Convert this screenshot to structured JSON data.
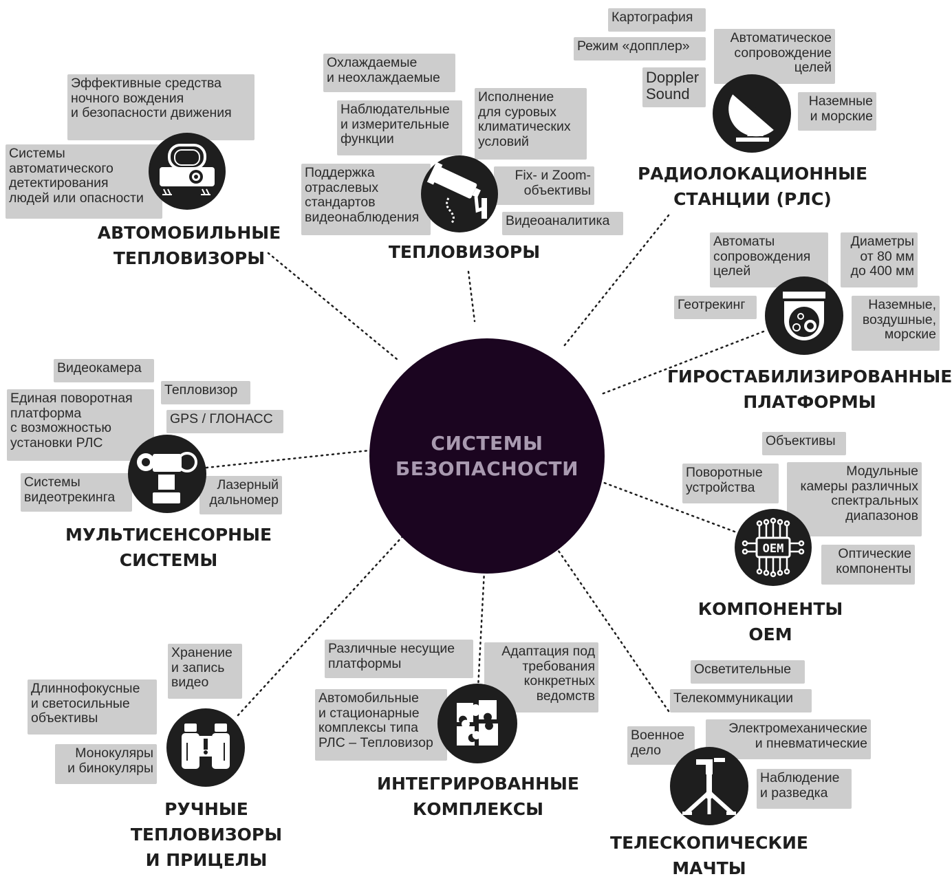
{
  "center": {
    "title": "СИСТЕМЫ\nБЕЗОПАСНОСТИ"
  },
  "auto": {
    "title": "АВТОМОБИЛЬНЫЕ\nТЕПЛОВИЗОРЫ",
    "tags": [
      "Эффективные средства\nночного вождения\nи безопасности движения",
      "Системы\nавтоматического\nдетектирования\nлюдей или опасности"
    ],
    "icon": "projector-camera-icon"
  },
  "thermal": {
    "title": "ТЕПЛОВИЗОРЫ",
    "tags": [
      "Охлаждаемые\nи неохлаждаемые",
      "Наблюдательные\nи измерительные\nфункции",
      "Исполнение\nдля суровых\nклиматических\nусловий",
      "Поддержка\nотраслевых\nстандартов\nвидеонаблюдения",
      "Fix- и Zoom-\nобъективы",
      "Видеоаналитика"
    ],
    "icon": "surveillance-camera-icon"
  },
  "radar": {
    "title": "РАДИОЛОКАЦИОННЫЕ\nСТАНЦИИ (РЛС)",
    "tags": [
      "Картография",
      "Режим «допплер»",
      "Автоматическое\nсопровождение\nцелей",
      "Doppler\nSound",
      "Наземные\nи морские"
    ],
    "icon": "radar-dish-icon"
  },
  "gyro": {
    "title": "ГИРОСТАБИЛИЗИРОВАННЫЕ\nПЛАТФОРМЫ",
    "tags": [
      "Автоматы\nсопровождения\nцелей",
      "Диаметры\nот 80 мм\nдо 400 мм",
      "Геотрекинг",
      "Наземные,\nвоздушные,\nморские"
    ],
    "icon": "gyro-dome-camera-icon"
  },
  "multi": {
    "title": "МУЛЬТИСЕНСОРНЫЕ\nСИСТЕМЫ",
    "tags": [
      "Видеокамера",
      "Тепловизор",
      "Единая поворотная\nплатформа\nс возможностью\nустановки РЛС",
      "GPS / ГЛОНАСС",
      "Системы\nвидеотрекинга",
      "Лазерный\nдальномер"
    ],
    "icon": "multisensor-head-icon"
  },
  "oem": {
    "title": "КОМПОНЕНТЫ\nOEM",
    "tags": [
      "Объективы",
      "Поворотные\nустройства",
      "Модульные\nкамеры различных\nспектральных\nдиапазонов",
      "Оптические\nкомпоненты"
    ],
    "icon": "oem-chip-icon",
    "chip_label": "OEM"
  },
  "handheld": {
    "title": "РУЧНЫЕ\nТЕПЛОВИЗОРЫ\nИ ПРИЦЕЛЫ",
    "tags": [
      "Хранение\nи запись\nвидео",
      "Длиннофокусные\nи светосильные\nобъективы",
      "Монокуляры\nи бинокуляры"
    ],
    "icon": "binoculars-icon"
  },
  "integrated": {
    "title": "ИНТЕГРИРОВАННЫЕ\nКОМПЛЕКСЫ",
    "tags": [
      "Различные несущие\nплатформы",
      "Адаптация под\nтребования\nконкретных\nведомств",
      "Автомобильные\nи стационарные\nкомплексы типа\nРЛС – Тепловизор"
    ],
    "icon": "puzzle-icon"
  },
  "mast": {
    "title": "ТЕЛЕСКОПИЧЕСКИЕ\nМАЧТЫ",
    "tags": [
      "Осветительные",
      "Телекоммуникации",
      "Военное\nдело",
      "Электромеханические\nи пневматические",
      "Наблюдение\nи разведка"
    ],
    "icon": "tripod-mast-icon"
  },
  "colors": {
    "center": "#1b0520",
    "center_text": "#a99ab0",
    "tag": "#cdcdcd",
    "icon": "#1e1e1e",
    "title": "#1e1e1e"
  }
}
